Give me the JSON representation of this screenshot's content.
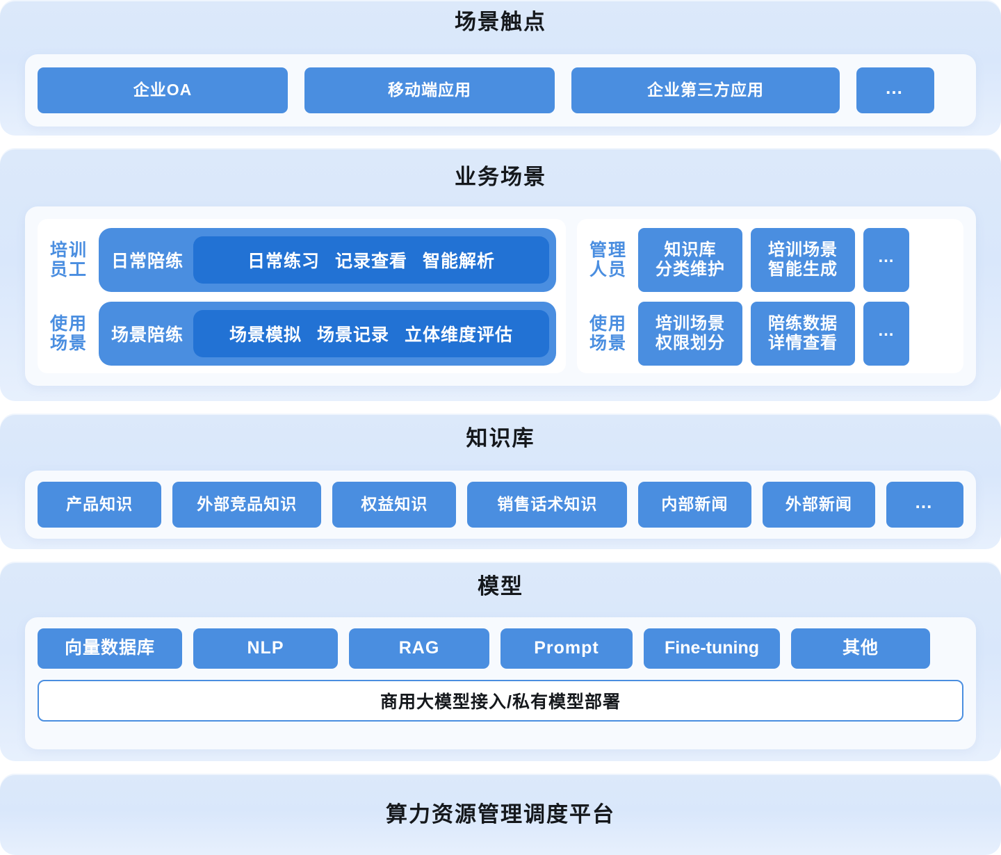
{
  "colors": {
    "pill_blue": "#4a8ee0",
    "pill_blue_dark": "#2272d4",
    "panel_bg": "#dce9fa",
    "panel_base": "#8e9ede",
    "card_bg": "#f7fafe",
    "title_black": "#15181c",
    "label_blue": "#4a8ee0"
  },
  "sections": {
    "touchpoints": {
      "title": "场景触点",
      "items": [
        {
          "label": "企业OA"
        },
        {
          "label": "移动端应用"
        },
        {
          "label": "企业第三方应用"
        },
        {
          "label": "…",
          "is_more": true
        }
      ]
    },
    "business": {
      "title": "业务场景",
      "left_group": {
        "rows": [
          {
            "role": "培训\n员工",
            "lead": "日常陪练",
            "features": [
              "日常练习",
              "记录查看",
              "智能解析"
            ]
          },
          {
            "role": "使用\n场景",
            "lead": "场景陪练",
            "features": [
              "场景模拟",
              "场景记录",
              "立体维度评估"
            ]
          }
        ]
      },
      "right_group": {
        "rows": [
          {
            "role": "管理\n人员",
            "items": [
              "知识库\n分类维护",
              "培训场景\n智能生成",
              "…"
            ]
          },
          {
            "role": "使用\n场景",
            "items": [
              "培训场景\n权限划分",
              "陪练数据\n详情查看",
              "…"
            ]
          }
        ]
      }
    },
    "knowledge_base": {
      "title": "知识库",
      "items": [
        {
          "label": "产品知识"
        },
        {
          "label": "外部竞品知识"
        },
        {
          "label": "权益知识"
        },
        {
          "label": "销售话术知识"
        },
        {
          "label": "内部新闻"
        },
        {
          "label": "外部新闻"
        },
        {
          "label": "…",
          "is_more": true
        }
      ]
    },
    "model": {
      "title": "模型",
      "items": [
        {
          "label": "向量数据库"
        },
        {
          "label": "NLP"
        },
        {
          "label": "RAG"
        },
        {
          "label": "Prompt"
        },
        {
          "label": "Fine-tuning"
        },
        {
          "label": "其他"
        }
      ],
      "deploy_bar": "商用大模型接入/私有模型部署"
    },
    "compute": {
      "title": "算力资源管理调度平台"
    }
  }
}
